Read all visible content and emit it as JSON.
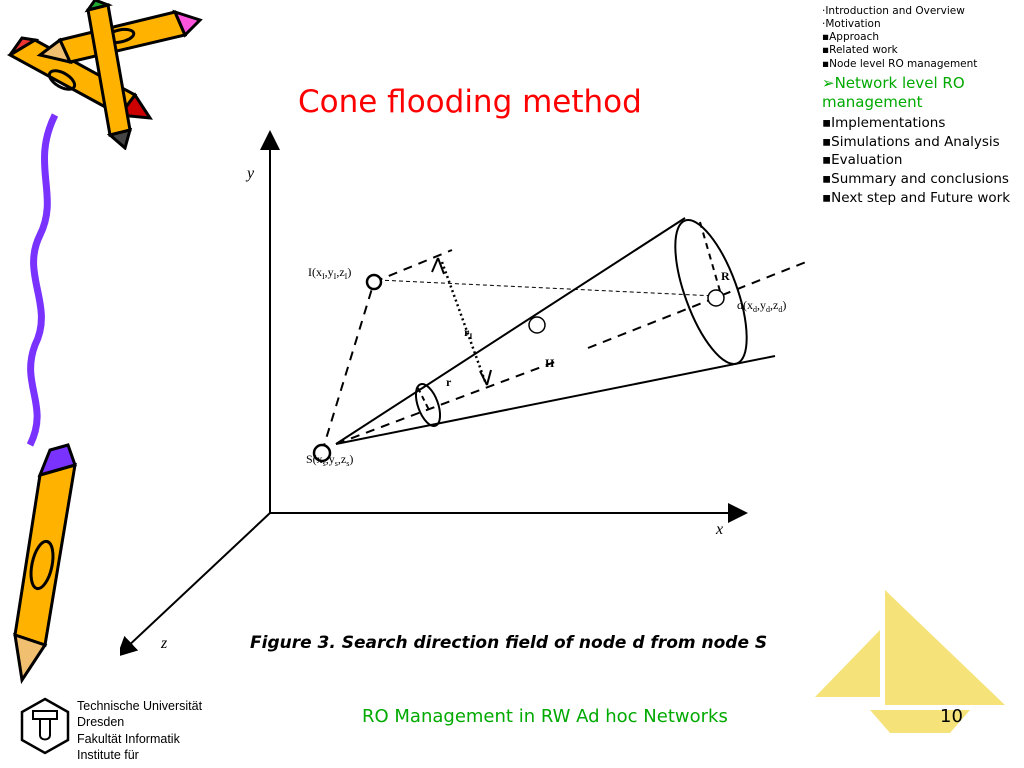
{
  "slide": {
    "title": "Cone flooding method",
    "caption": "Figure 3. Search direction field of node d from node S",
    "footer": "RO Management in RW Ad hoc Networks",
    "page_number": "10"
  },
  "agenda": {
    "items": [
      {
        "label": "·Introduction and Overview",
        "style": "small"
      },
      {
        "label": "·Motivation",
        "style": "small"
      },
      {
        "label": "▪Approach",
        "style": "small"
      },
      {
        "label": "▪Related work",
        "style": "small"
      },
      {
        "label": "▪Node level RO management",
        "style": "small"
      },
      {
        "label": "➢Network level RO management",
        "style": "current"
      },
      {
        "label": "▪Implementations",
        "style": "big"
      },
      {
        "label": "▪Simulations and Analysis",
        "style": "big"
      },
      {
        "label": "▪Evaluation",
        "style": "big"
      },
      {
        "label": "▪Summary and conclusions",
        "style": "big"
      },
      {
        "label": "▪Next step and Future work",
        "style": "big"
      }
    ],
    "current_color": "#00aa00"
  },
  "university": {
    "lines": [
      "Technische Universität",
      "Dresden",
      "Fakultät Informatik",
      "Institute für"
    ]
  },
  "diagram": {
    "axis_labels": {
      "x": "x",
      "y": "y",
      "z": "z"
    },
    "node_labels": {
      "I_base": "I(x",
      "I_sub": "I",
      "I_mid": ",y",
      "I_mid2": ",z",
      "I_end": ")",
      "S_base": "S(x",
      "S_sub": "s",
      "S_mid": ",y",
      "S_mid2": ",z",
      "S_end": ")",
      "d_base": "d(x",
      "d_sub": "d",
      "d_mid": ",y",
      "d_mid2": ",z",
      "d_end": ")"
    },
    "labels": {
      "R": "R",
      "H": "H",
      "r": "r",
      "rI": "r",
      "rI_sub": "I"
    }
  },
  "colors": {
    "title": "#ff0000",
    "accent": "#00aa00",
    "sail": "#f5e37a"
  },
  "icons": [
    "pencil-icon",
    "pencil-icon",
    "pencil-icon",
    "sailboat-logo",
    "tu-dresden-logo"
  ]
}
